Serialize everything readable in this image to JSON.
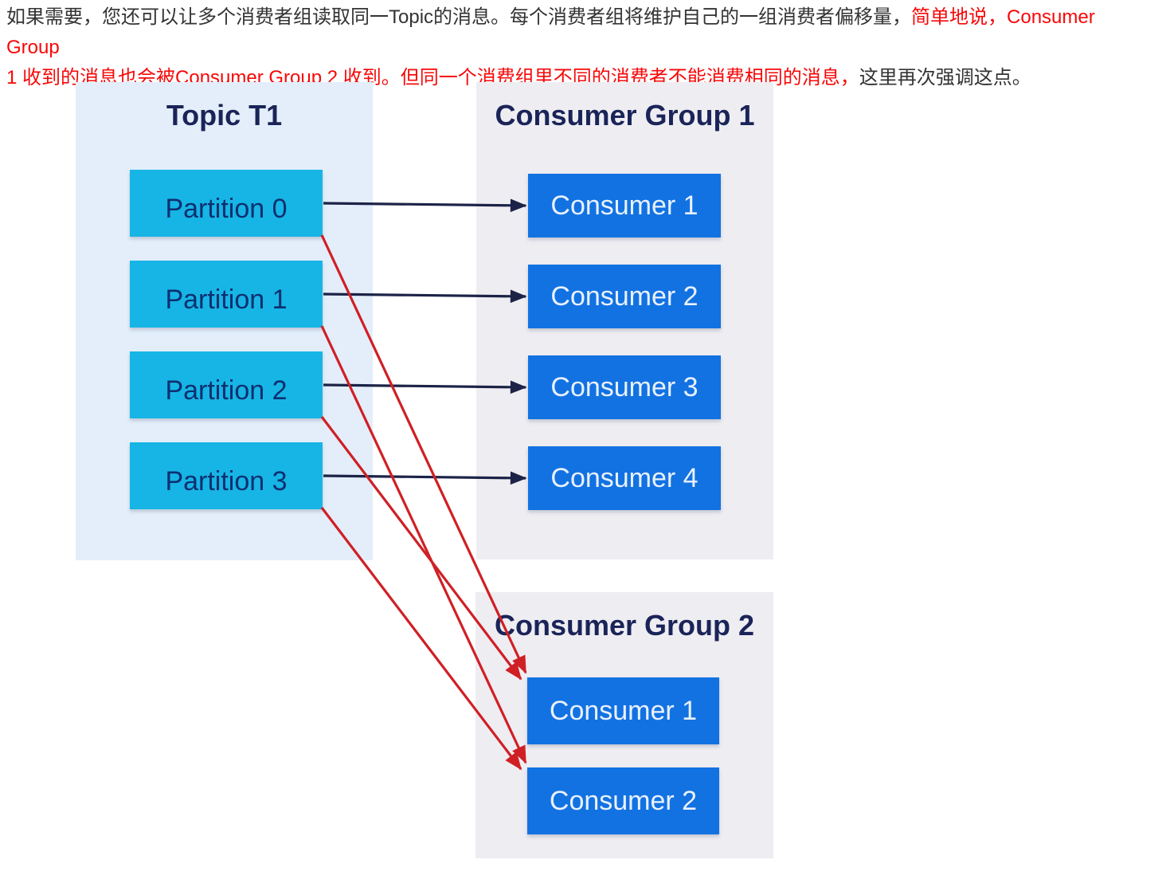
{
  "paragraph": {
    "segments": [
      {
        "text": "如果需要，您还可以让多个消费者组读取同一Topic的消息。每个消费者组将维护自己的一组消费者偏移量，",
        "color": "default"
      },
      {
        "text": "简单地说，Consumer Group",
        "color": "red"
      },
      {
        "text": "1 收到的消息也会被Consumer Group 2 收到。但同一个消费组里不同的消费者不能消费相同的消息，",
        "color": "red",
        "newline_before": true
      },
      {
        "text": "这里再次强调这点。",
        "color": "default"
      }
    ]
  },
  "diagram": {
    "topic": {
      "title": "Topic T1",
      "partitions": [
        {
          "label": "Partition 0"
        },
        {
          "label": "Partition 1"
        },
        {
          "label": "Partition 2"
        },
        {
          "label": "Partition 3"
        }
      ]
    },
    "group1": {
      "title": "Consumer Group 1",
      "consumers": [
        {
          "label": "Consumer 1"
        },
        {
          "label": "Consumer 2"
        },
        {
          "label": "Consumer 3"
        },
        {
          "label": "Consumer 4"
        }
      ]
    },
    "group2": {
      "title": "Consumer Group 2",
      "consumers": [
        {
          "label": "Consumer 1"
        },
        {
          "label": "Consumer 2"
        }
      ]
    },
    "connections": [
      {
        "from": "partition-0",
        "to": "g1c-0",
        "style": "assignment"
      },
      {
        "from": "partition-1",
        "to": "g1c-1",
        "style": "assignment"
      },
      {
        "from": "partition-2",
        "to": "g1c-2",
        "style": "assignment"
      },
      {
        "from": "partition-3",
        "to": "g1c-3",
        "style": "assignment"
      },
      {
        "from": "partition-0",
        "to": "g2c-0",
        "style": "cross-group"
      },
      {
        "from": "partition-1",
        "to": "g2c-1",
        "style": "cross-group"
      },
      {
        "from": "partition-2",
        "to": "g2c-0",
        "style": "cross-group"
      },
      {
        "from": "partition-3",
        "to": "g2c-1",
        "style": "cross-group"
      }
    ]
  },
  "colors": {
    "topic_panel_bg": "#e3eefa",
    "group_panel_bg": "#eeedf2",
    "partition_box": "#16b5e5",
    "partition_text": "#0d2f70",
    "consumer_box": "#1272e2",
    "consumer_text": "#e9f1fd",
    "title_text": "#1a2458",
    "assignment_arrow": "#1c2347",
    "cross_group_arrow": "#cf2025",
    "emphasis_text": "#f70808",
    "body_text": "#333333"
  }
}
